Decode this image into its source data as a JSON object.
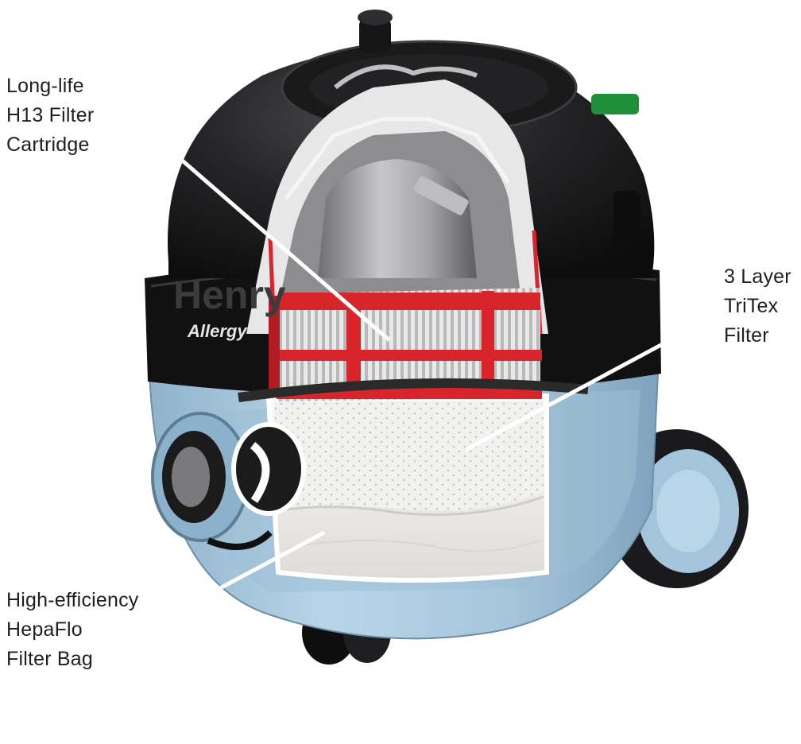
{
  "labels": {
    "cartridge": {
      "lines": [
        "Long-life",
        "H13 Filter",
        "Cartridge"
      ]
    },
    "tritex": {
      "lines": [
        "3 Layer",
        "TriTex",
        "Filter"
      ]
    },
    "bag": {
      "lines": [
        "High-efficiency",
        "HepaFlo",
        "Filter Bag"
      ]
    }
  },
  "product": {
    "brand_text": "Henry",
    "sub_text": "Allergy"
  },
  "colors": {
    "background": "#ffffff",
    "body_black": "#1d1d1f",
    "tub_blue": "#a9c9df",
    "filter_red": "#d8242b",
    "leader_line": "#ffffff"
  }
}
